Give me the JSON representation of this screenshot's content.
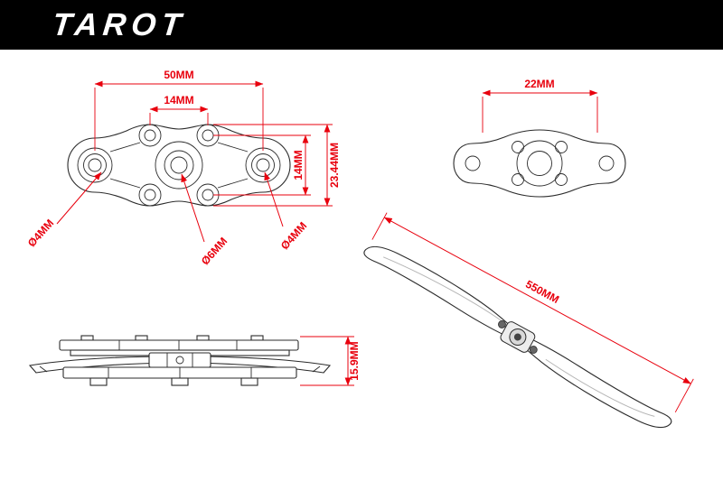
{
  "brand": {
    "logo": "TAROT"
  },
  "colors": {
    "banner": "#000000",
    "dimension": "#e8000d",
    "drawing_line": "#2b2b2b",
    "background": "#ffffff"
  },
  "views": {
    "top": {
      "dims": {
        "width": "50MM",
        "inner": "14MM",
        "side": "14MM",
        "height": "23.44MM",
        "left_hole": "Ø4MM",
        "center_hole": "Ø6MM",
        "right_hole": "Ø4MM"
      }
    },
    "mount": {
      "dims": {
        "width": "22MM"
      }
    },
    "side": {
      "dims": {
        "height": "15.9MM"
      }
    },
    "prop": {
      "dims": {
        "length": "550MM"
      }
    }
  }
}
